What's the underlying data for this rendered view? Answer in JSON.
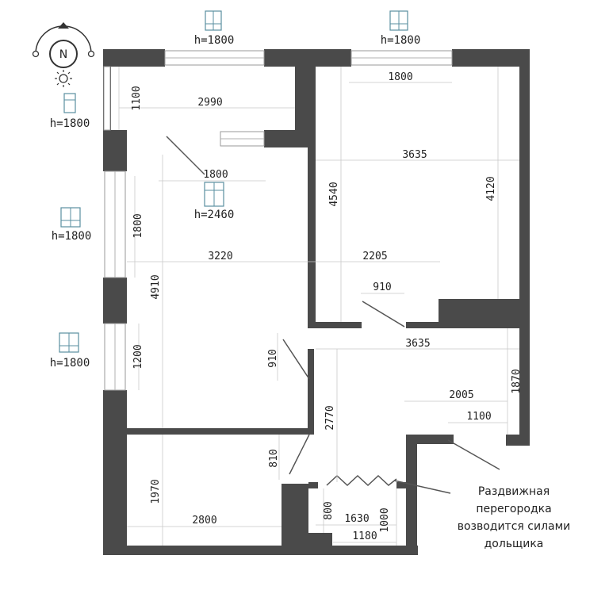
{
  "compass": {
    "label": "N"
  },
  "window_heights": {
    "top_left": "h=1800",
    "top_right": "h=1800",
    "left_upper": "h=1800",
    "left_middle": "h=1800",
    "left_lower": "h=1800",
    "balcony_door": "h=2460"
  },
  "dimensions": {
    "d1100_loggia": "1100",
    "d2990": "2990",
    "d1800_top_right": "1800",
    "d3635_top": "3635",
    "d4540": "4540",
    "d4120": "4120",
    "d1800_door": "1800",
    "d1800_left": "1800",
    "d3220": "3220",
    "d2205": "2205",
    "d4910": "4910",
    "d910_right": "910",
    "d3635_mid": "3635",
    "d1200": "1200",
    "d910_left": "910",
    "d1870": "1870",
    "d2770": "2770",
    "d2005": "2005",
    "d1100_right": "1100",
    "d810": "810",
    "d1970": "1970",
    "d2800": "2800",
    "d800": "800",
    "d1630": "1630",
    "d1000": "1000",
    "d1180": "1180"
  },
  "note": {
    "lines": [
      "Раздвижная",
      "перегородка",
      "возводится силами",
      "дольщика"
    ]
  }
}
